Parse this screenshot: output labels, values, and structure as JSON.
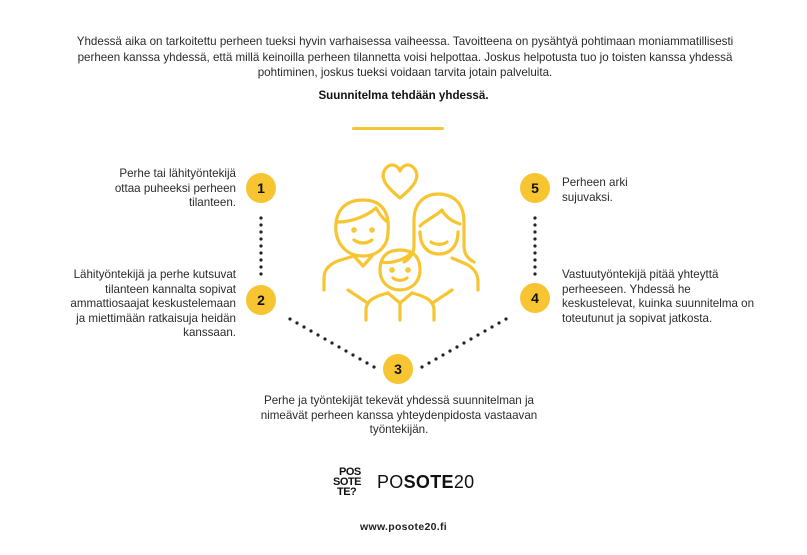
{
  "intro": "Yhdessä aika on tarkoitettu perheen tueksi hyvin varhaisessa vaiheessa. Tavoitteena on pysähtyä pohtimaan moniammatillisesti perheen kanssa yhdessä, että millä keinoilla perheen tilannetta voisi helpottaa. Joskus helpotusta tuo jo toisten kanssa yhdessä pohtiminen, joskus tueksi voidaan tarvita jotain palveluita.",
  "headline": "Suunnitelma tehdään yhdessä.",
  "steps": [
    {
      "number": "1",
      "text": "Perhe tai lähityöntekijä ottaa puheeksi perheen tilanteen."
    },
    {
      "number": "2",
      "text": "Lähityöntekijä ja perhe kutsuvat tilanteen kannalta sopivat ammattiosaajat keskustelemaan ja miettimään ratkaisuja heidän kanssaan."
    },
    {
      "number": "3",
      "text": "Perhe ja työntekijät tekevät yhdessä suunnitelman ja nimeävät perheen kanssa yhteydenpidosta vastaavan työntekijän."
    },
    {
      "number": "4",
      "text": "Vastuutyöntekijä pitää yhteyttä perheeseen. Yhdessä he keskustelevat, kuinka suunnitelma on toteutunut ja sopivat jatkosta."
    },
    {
      "number": "5",
      "text": "Perheen arki sujuvaksi."
    }
  ],
  "logo": {
    "mark_line1": "POS",
    "mark_line2": "SOTE",
    "mark_line3": "TE?",
    "word_light": "PO",
    "word_bold": "SOTE",
    "word_tail": "20"
  },
  "url": "www.posote20.fi",
  "colors": {
    "accent": "#f6c531",
    "text": "#2a2a2a"
  },
  "icons": [
    "family-icon",
    "heart-icon"
  ]
}
